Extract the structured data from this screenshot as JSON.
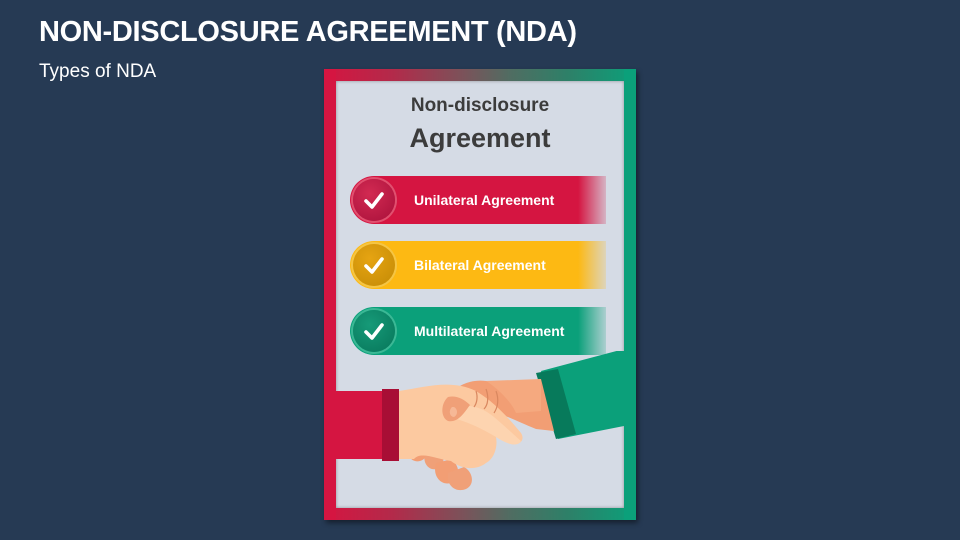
{
  "slide": {
    "title": "NON-DISCLOSURE AGREEMENT (NDA)",
    "subtitle": "Types of NDA"
  },
  "card": {
    "heading_line1": "Non-disclosure",
    "heading_line2": "Agreement",
    "items": [
      {
        "label": "Unilateral Agreement",
        "icon": "checkmark-icon",
        "color": "#d51541"
      },
      {
        "label": "Bilateral Agreement",
        "icon": "checkmark-icon",
        "color": "#fdb913"
      },
      {
        "label": "Multilateral Agreement",
        "icon": "checkmark-icon",
        "color": "#0ba07a"
      }
    ],
    "illustration": "handshake-icon"
  },
  "colors": {
    "background": "#263a54",
    "red": "#d51541",
    "yellow": "#fdb913",
    "green": "#0ba07a",
    "panel": "#d5dbe5",
    "heading_text": "#3c3c3c"
  }
}
